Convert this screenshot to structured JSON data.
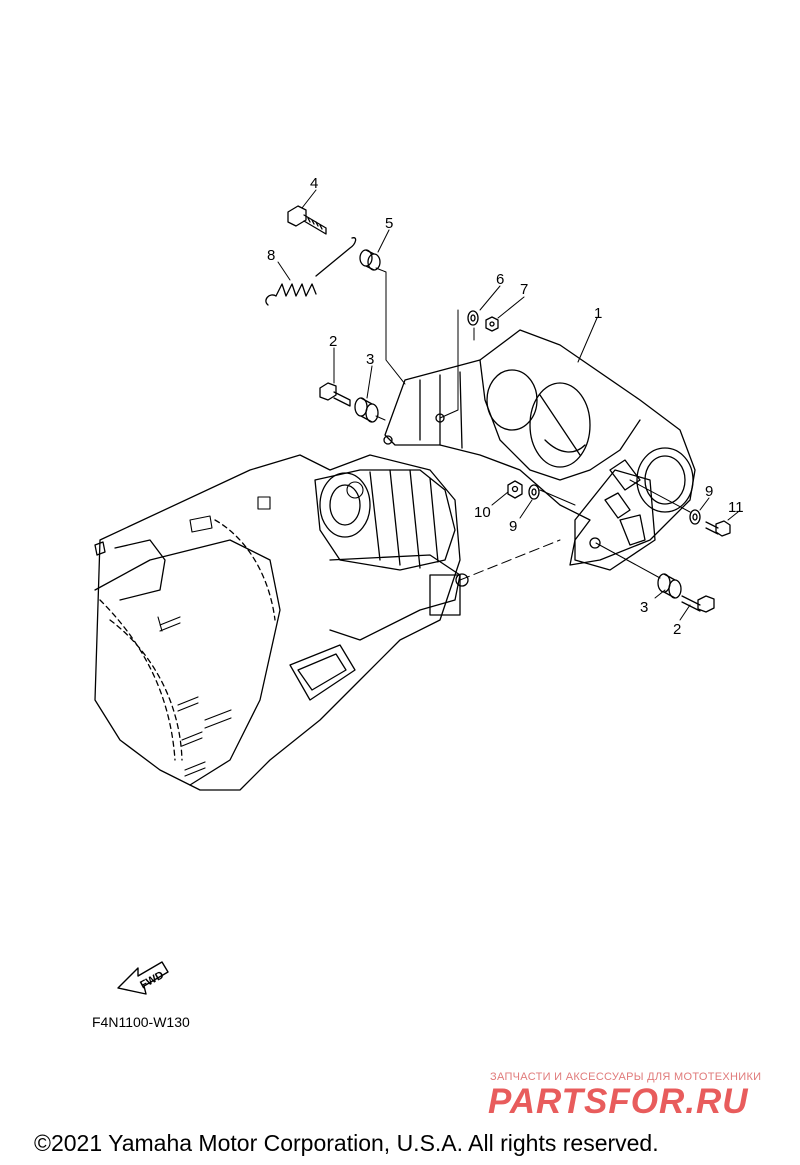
{
  "callouts": [
    "1",
    "2",
    "3",
    "4",
    "5",
    "6",
    "7",
    "8",
    "9",
    "10",
    "9",
    "11",
    "3",
    "2"
  ],
  "fwd_label": "FWD",
  "reference_code": "F4N1100-W130",
  "watermark": {
    "tagline": "ЗАПЧАСТИ И АКСЕССУАРЫ ДЛЯ МОТОТЕХНИКИ",
    "logo": "PARTSFOR.RU"
  },
  "copyright": "©2021 Yamaha Motor Corporation, U.S.A. All rights reserved."
}
